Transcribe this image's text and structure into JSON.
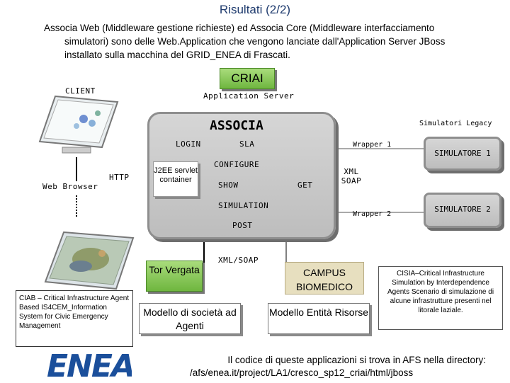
{
  "slide": {
    "title": "Risultati (2/2)",
    "intro_line1": "Associa Web (Middleware gestione richieste) ed Associa Core (Middleware interfacciamento",
    "intro_line2": "simulatori) sono delle Web.Application che vengono lanciate dall'Application Server JBoss",
    "intro_line3": "installato sulla macchina del GRID_ENEA di Frascati.",
    "footer_line1": "Il codice di queste applicazioni si trova in AFS nella directory:",
    "footer_line2": "/afs/enea.it/project/LA1/cresco_sp12_criai/html/jboss"
  },
  "diagram": {
    "criai": "CRIAI",
    "client": "CLIENT",
    "app_server": "Application Server",
    "associa": "ASSOCIA",
    "simulatori_legacy": "Simulatori Legacy",
    "login": "LOGIN",
    "sla": "SLA",
    "wrapper1": "Wrapper 1",
    "wrapper2": "Wrapper 2",
    "simulatore1": "SIMULATORE 1",
    "simulatore2": "SIMULATORE 2",
    "configure": "CONFIGURE",
    "j2ee": "J2EE servlet container",
    "show": "SHOW",
    "get": "GET",
    "xml_soap_right": "XML SOAP",
    "simulation": "SIMULATION",
    "post": "POST",
    "web_browser": "Web Browser",
    "http": "HTTP",
    "xml_soap_bottom": "XML/SOAP",
    "tor_vergata": "Tor Vergata",
    "campus": "CAMPUS BIOMEDICO",
    "ciab": "CIAB – Critical Infrastructure Agent Based IS4CEM_Information System for Civic Emergency Management",
    "modello_societa": "Modello di società ad Agenti",
    "modello_entita": "Modello Entità Risorse",
    "cisia": "CISIA–Critical Infrastructure Simulation by Interdependence Agents Scenario di simulazione di alcune infrastrutture presenti nel litorale laziale.",
    "enea_logo": "ENEA"
  },
  "colors": {
    "title": "#1f3b6e",
    "green_label": "#7cc24a",
    "grey_panel": "#c8c8c8",
    "tan": "#e7dfbf",
    "logo_blue": "#1b4f9b"
  }
}
